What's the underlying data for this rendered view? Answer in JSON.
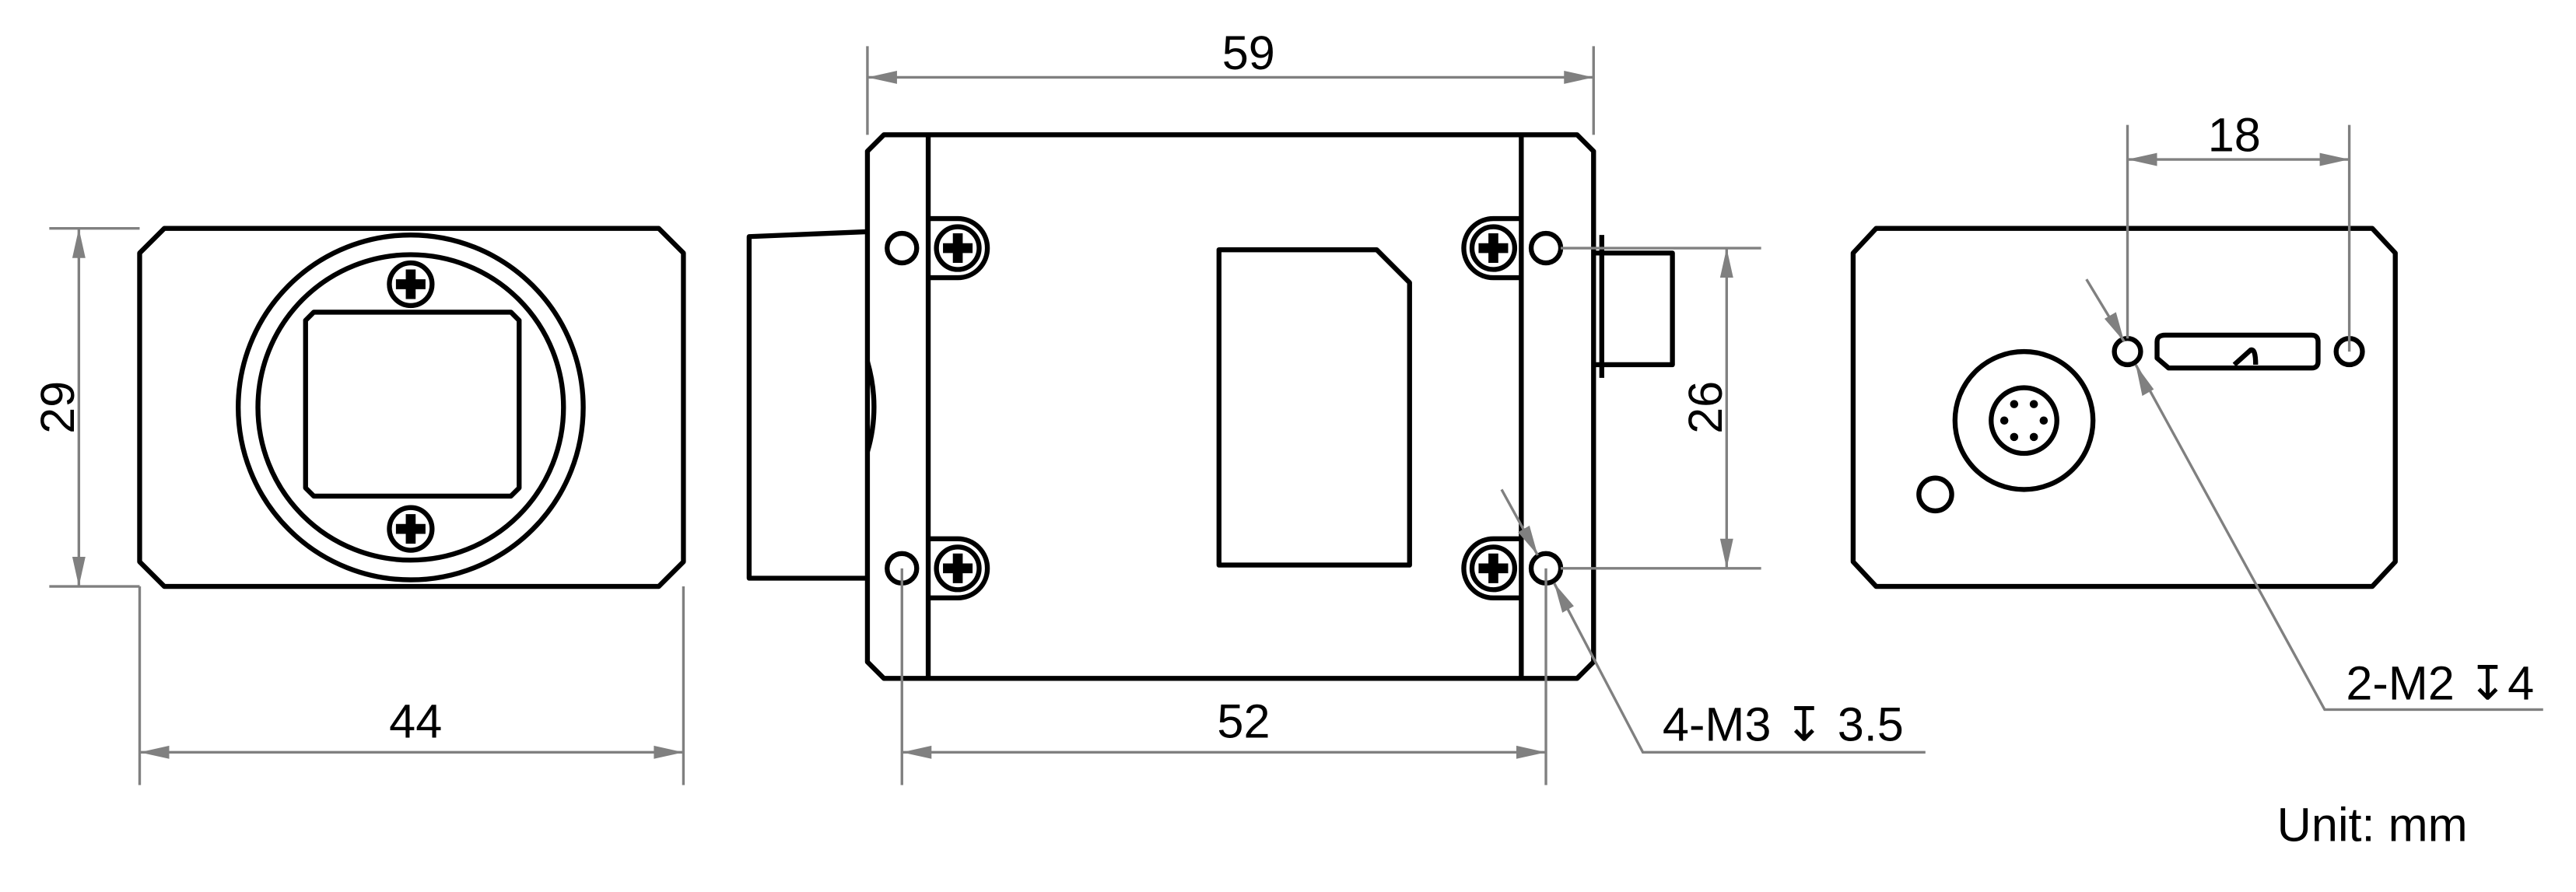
{
  "drawing": {
    "front_view": {
      "width_dim": "44",
      "height_dim": "29"
    },
    "side_view": {
      "length_dim": "59",
      "hole_spacing_dim": "52",
      "hole_height_dim": "26",
      "hole_callout": "4-M3 ↧ 3.5"
    },
    "rear_view": {
      "hole_spacing_dim": "18",
      "hole_callout": "2-M2 ↧4"
    },
    "unit_label": "Unit: mm"
  },
  "colors": {
    "outline": "#000000",
    "dimension": "#808080"
  }
}
